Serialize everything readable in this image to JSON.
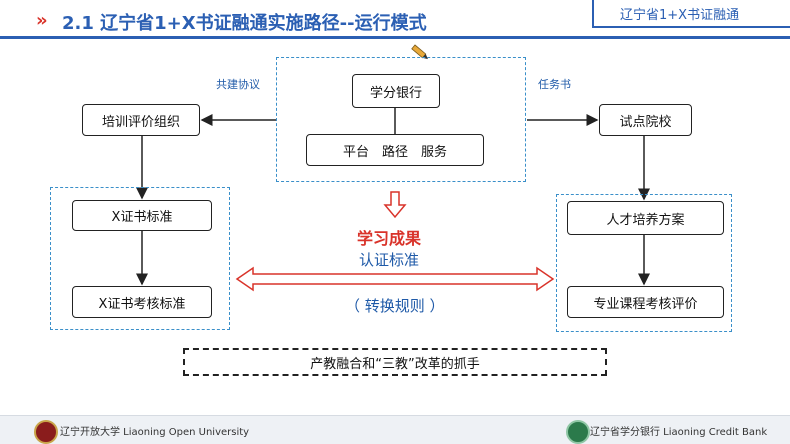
{
  "header": {
    "chevrons": "»",
    "title": "2.1 辽宁省1+X书证融通实施路径--运行模式",
    "right_title": "辽宁省1+X书证融通"
  },
  "diagram": {
    "top_center": {
      "bank": "学分银行",
      "platform": "平台　路径　服务"
    },
    "left_top": "培训评价组织",
    "right_top": "试点院校",
    "label_left": "共建协议",
    "label_right": "任务书",
    "left_group": [
      "X证书标准",
      "X证书考核标准"
    ],
    "right_group": [
      "人才培养方案",
      "专业课程考核评价"
    ],
    "center": {
      "line1": "学习成果",
      "line2": "认证标准",
      "rule": "（ 转换规则 ）"
    },
    "bottom_note": "产教融合和“三教”改革的抓手"
  },
  "footer": {
    "left": "辽宁开放大学  Liaoning Open University",
    "right": "辽宁省学分银行  Liaoning Credit Bank"
  },
  "colors": {
    "accent_blue": "#2b5fb3",
    "accent_red": "#d9332a",
    "dashed_blue": "#3a8fc9"
  }
}
